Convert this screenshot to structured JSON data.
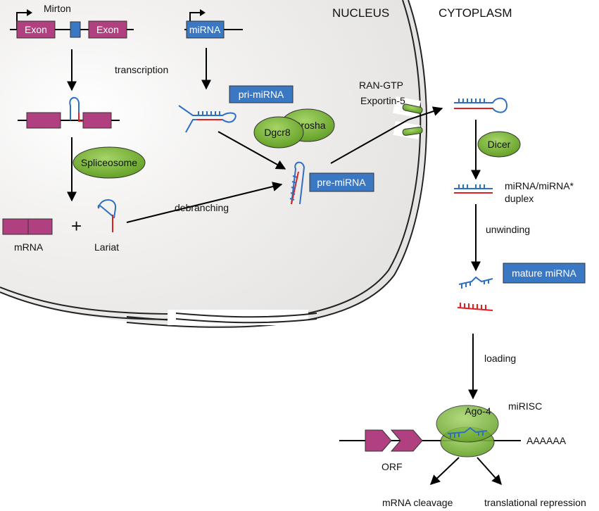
{
  "regions": {
    "nucleus": "NUCLEUS",
    "cytoplasm": "CYTOPLASM"
  },
  "mirton_pathway": {
    "title": "Mirton",
    "exon_left": "Exon",
    "exon_right": "Exon",
    "spliceosome": "Spliceosome",
    "mrna": "mRNA",
    "plus": "+",
    "lariat": "Lariat",
    "debranching": "debranching"
  },
  "canonical_pathway": {
    "mirna_gene": "miRNA",
    "transcription": "transcription",
    "pri_mirna": "pri-miRNA",
    "dgcr8": "Dgcr8",
    "drosha": "Drosha",
    "pre_mirna": "pre-miRNA"
  },
  "export": {
    "ran_gtp": "RAN-GTP",
    "exportin": "Exportin-5"
  },
  "cytoplasm_pathway": {
    "dicer": "Dicer",
    "duplex_line1": "miRNA/miRNA*",
    "duplex_line2": "duplex",
    "unwinding": "unwinding",
    "mature_mirna": "mature miRNA",
    "loading": "loading",
    "mirisc": "miRISC",
    "ago4": "Ago-4",
    "polya": "AAAAAA",
    "orf": "ORF",
    "cleavage": "mRNA cleavage",
    "repression": "translational repression"
  },
  "colors": {
    "exon": "#b0407f",
    "mirna_box": "#3b78c4",
    "protein": "#6aaa2a",
    "nucleus_fill": "#efeeed",
    "rna_blue": "#2f6fc0",
    "rna_red": "#e02020"
  }
}
